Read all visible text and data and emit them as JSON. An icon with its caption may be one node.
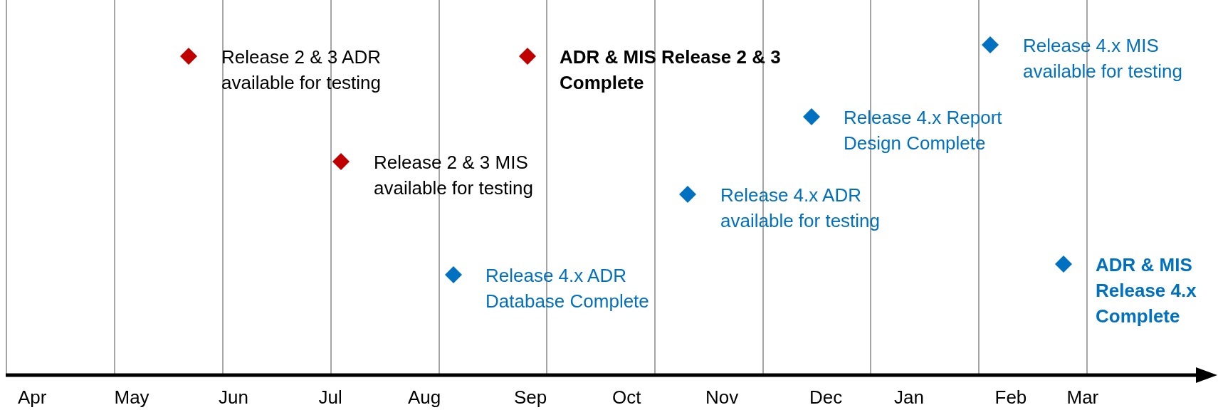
{
  "diagram": {
    "nodes": [
      {
        "text": [
          "Release 2 & 3 ADR available for testing"
        ]
      },
      {
        "text": [
          "Release 2 & 3 MIS available for testing"
        ]
      },
      {
        "text": [
          "Release 4.x ADR Database Complete"
        ]
      },
      {
        "text": [
          "ADR & MIS Release 2 & 3 Complete"
        ]
      },
      {
        "text": [
          "Release 4.x ADR available for testing"
        ]
      },
      {
        "text": [
          "Release 4.x Report Design Complete"
        ]
      },
      {
        "text": [
          "Release 4.x MIS available for testing"
        ]
      },
      {
        "text": [
          "ADR & MIS Release 4.x Complete"
        ]
      }
    ],
    "labels": [
      "Apr",
      "May",
      "Jun",
      "Jul",
      "Aug",
      "Sep",
      "Oct",
      "Nov",
      "Dec",
      "Jan",
      "Feb",
      "Mar"
    ]
  }
}
